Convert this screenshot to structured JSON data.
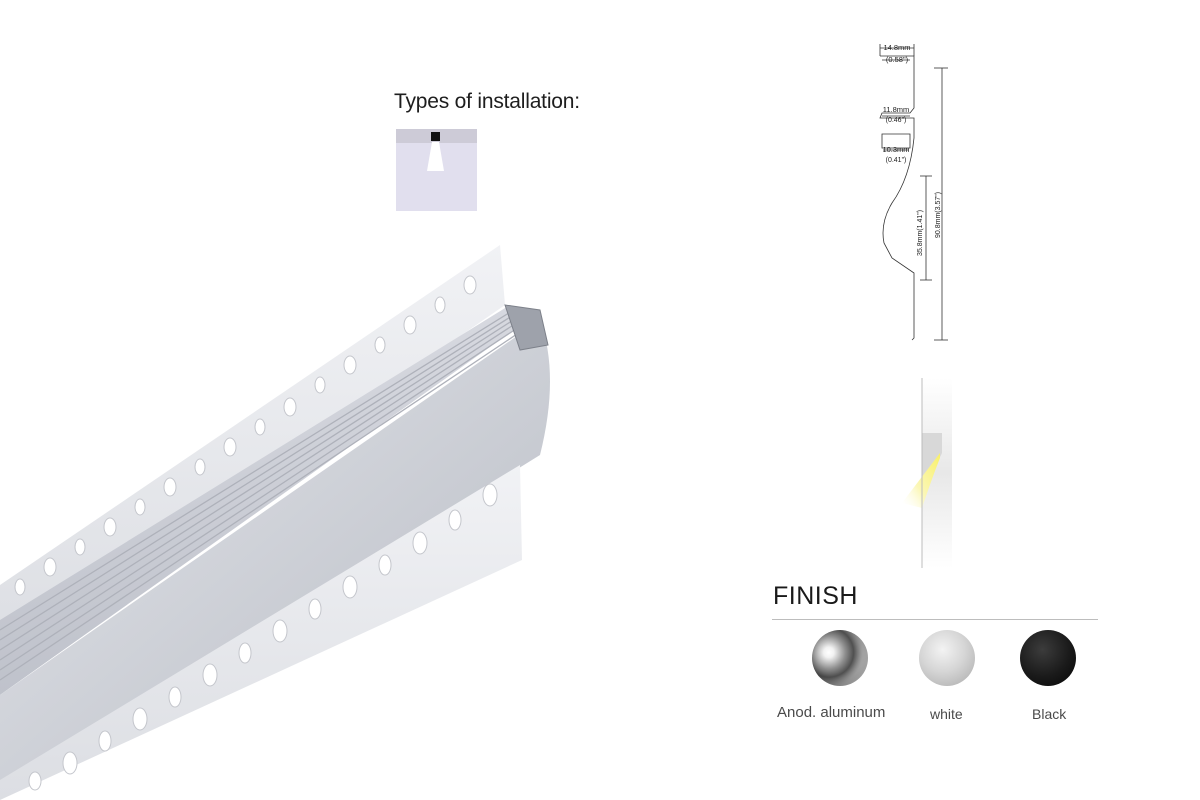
{
  "installation": {
    "title": "Types of installation:"
  },
  "drawing": {
    "dims": {
      "top_width": "14.8mm",
      "top_width_in": "(0.58\")",
      "mid_width": "11.8mm",
      "mid_width_in": "(0.46\")",
      "inner_width": "10.3mm",
      "inner_width_in": "(0.41\")",
      "curve_height": "35.8mm(1.41\")",
      "total_height": "90.8mm(3.57\")"
    }
  },
  "finish": {
    "title": "FINISH",
    "options": [
      {
        "label": "Anod. aluminum",
        "color": "#9a9a9a"
      },
      {
        "label": "white",
        "color": "#cfcfcf"
      },
      {
        "label": "Black",
        "color": "#111111"
      }
    ]
  }
}
